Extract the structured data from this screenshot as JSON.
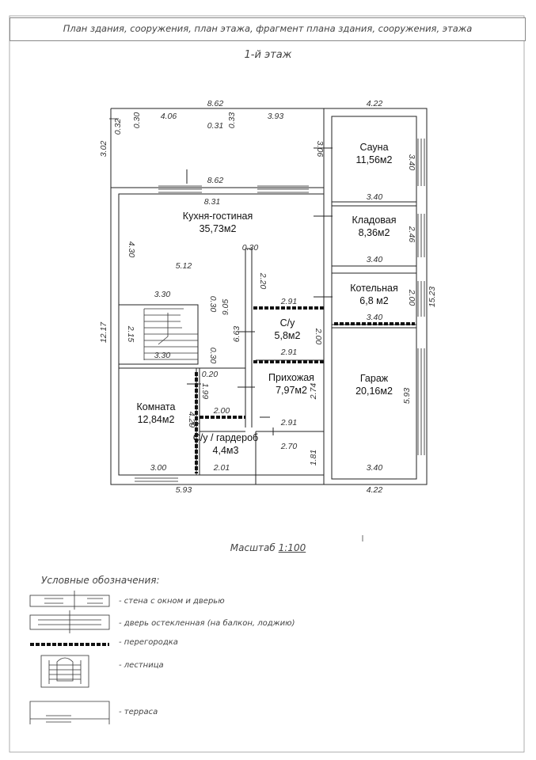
{
  "header": {
    "title": "План здания, сооружения, план этажа, фрагмент плана здания, сооружения, этажа"
  },
  "floor": {
    "label": "1-й этаж"
  },
  "rooms": [
    {
      "name": "Сауна",
      "area": "11,56м2"
    },
    {
      "name": "Кухня-гостиная",
      "area": "35,73м2"
    },
    {
      "name": "Кладовая",
      "area": "8,36м2"
    },
    {
      "name": "Котельная",
      "area": "6,8 м2"
    },
    {
      "name": "С/у",
      "area": "5,8м2"
    },
    {
      "name": "Прихожая",
      "area": "7,97м2"
    },
    {
      "name": "Гараж",
      "area": "20,16м2"
    },
    {
      "name": "Комната",
      "area": "12,84м2"
    },
    {
      "name": "С/у / гардероб",
      "area": "4,4м3"
    }
  ],
  "dimensions": {
    "d1": "8.62",
    "d2": "4.22",
    "d3": "0.32",
    "d4": "0.30",
    "d5": "4.06",
    "d6": "0.31",
    "d7": "0.33",
    "d8": "3.93",
    "d9": "3.02",
    "d10": "3.06",
    "d11": "3.40",
    "d12": "8.62",
    "d13": "8.31",
    "d14": "3.40",
    "d15": "2.46",
    "d16": "4.30",
    "d17": "5.12",
    "d18": "0.30",
    "d19": "3.40",
    "d20": "2.20",
    "d21": "3.30",
    "d22": "0.30",
    "d23": "9.05",
    "d24": "2.91",
    "d25": "2.00",
    "d26": "15.23",
    "d27": "12.17",
    "d28": "2.15",
    "d29": "6.63",
    "d30": "3.40",
    "d31": "2.00",
    "d32": "3.30",
    "d33": "0.30",
    "d34": "2.91",
    "d35": "0.20",
    "d36": "1.99",
    "d37": "2.74",
    "d38": "5.93",
    "d39": "4.29",
    "d40": "2.00",
    "d41": "2.91",
    "d42": "2.70",
    "d43": "1.81",
    "d44": "3.00",
    "d45": "2.01",
    "d46": "3.40",
    "d47": "5.93",
    "d48": "4.22"
  },
  "scale": {
    "label": "Масштаб",
    "value": "1:100"
  },
  "legend": {
    "title": "Условные обозначения:",
    "items": [
      "- стена с окном и дверью",
      "- дверь остекленная (на балкон, лоджию)",
      "- перегородка",
      "- лестница",
      "- терраса"
    ]
  }
}
